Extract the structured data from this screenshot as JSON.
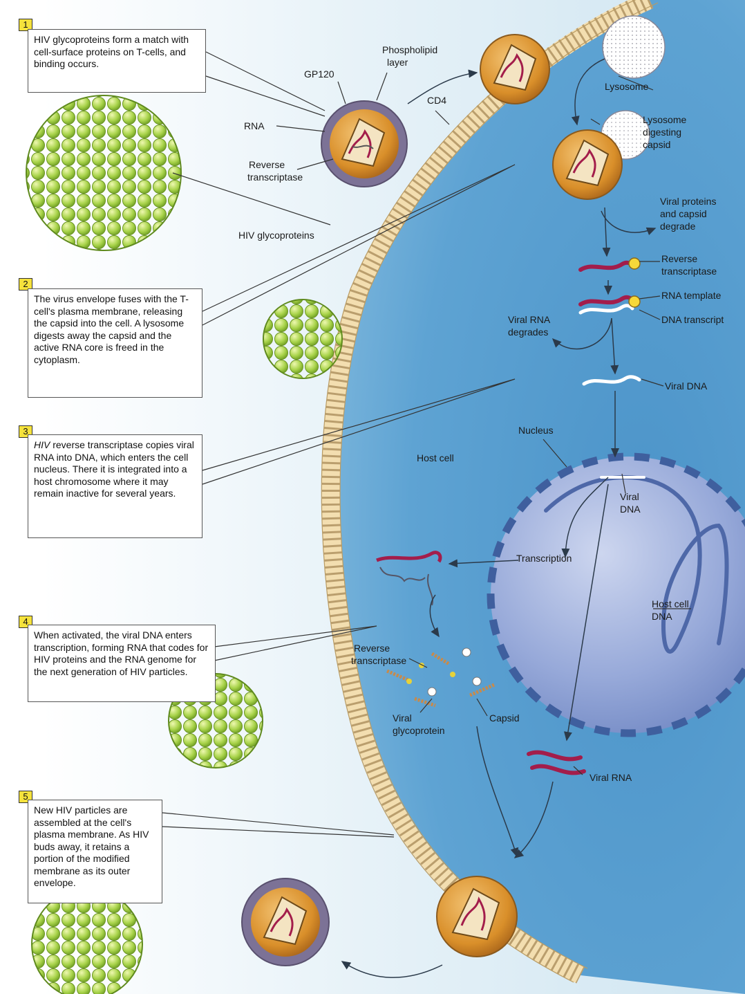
{
  "steps": [
    {
      "number": "1",
      "text": "HIV glycoproteins form a match with cell-surface proteins on T-cells, and binding occurs."
    },
    {
      "number": "2",
      "text": "The virus envelope fuses with the T-cell's plasma membrane, releasing the capsid into the cell. A lysosome digests away the capsid and the active RNA core is freed in the cytoplasm."
    },
    {
      "number": "3",
      "text_italic": "HIV",
      "text": " reverse transcriptase copies viral RNA into DNA, which enters the cell nucleus. There it is integrated into a host chromosome where it may remain inactive for several years."
    },
    {
      "number": "4",
      "text": "When activated, the viral DNA enters transcription, forming RNA that codes for HIV proteins and the RNA genome for the next generation of HIV particles."
    },
    {
      "number": "5",
      "text": "New HIV particles are assembled at the cell's plasma membrane. As HIV buds away, it retains a portion of the modified membrane as its outer envelope."
    }
  ],
  "labels": {
    "phospholipid": [
      "Phospholipid",
      "layer"
    ],
    "gp120": "GP120",
    "cd4": "CD4",
    "rna": "RNA",
    "reverse_transcriptase_virus": [
      "Reverse",
      "transcriptase"
    ],
    "hiv_glycoproteins": "HIV glycoproteins",
    "lysosome": "Lysosome",
    "lysosome_digesting": [
      "Lysosome",
      "digesting",
      "capsid"
    ],
    "viral_proteins_degrade": [
      "Viral proteins",
      "and capsid",
      "degrade"
    ],
    "reverse_transcriptase_right": [
      "Reverse",
      "transcriptase"
    ],
    "rna_template": "RNA template",
    "dna_transcript": "DNA transcript",
    "viral_rna_degrades": [
      "Viral RNA",
      "degrades"
    ],
    "viral_dna": "Viral DNA",
    "nucleus": "Nucleus",
    "host_cell": "Host cell",
    "viral_dna_nucleus": [
      "Viral",
      "DNA"
    ],
    "transcription": "Transcription",
    "host_cell_dna": [
      "Host cell",
      "DNA"
    ],
    "reverse_transcriptase_lower": [
      "Reverse",
      "transcriptase"
    ],
    "viral_glycoprotein": [
      "Viral",
      "glycoprotein"
    ],
    "capsid": "Capsid",
    "viral_rna": "Viral RNA"
  },
  "colors": {
    "cytoplasm": "#5a9fd0",
    "nucleus": "#8fa6d8",
    "nucleus_pore": "#3f5f9e",
    "membrane": "#f1d9a0",
    "virus_body": "#d9922c",
    "rna": "#a31d4b",
    "tcell": "#9bcc3a",
    "step_badge": "#f5e23c"
  }
}
